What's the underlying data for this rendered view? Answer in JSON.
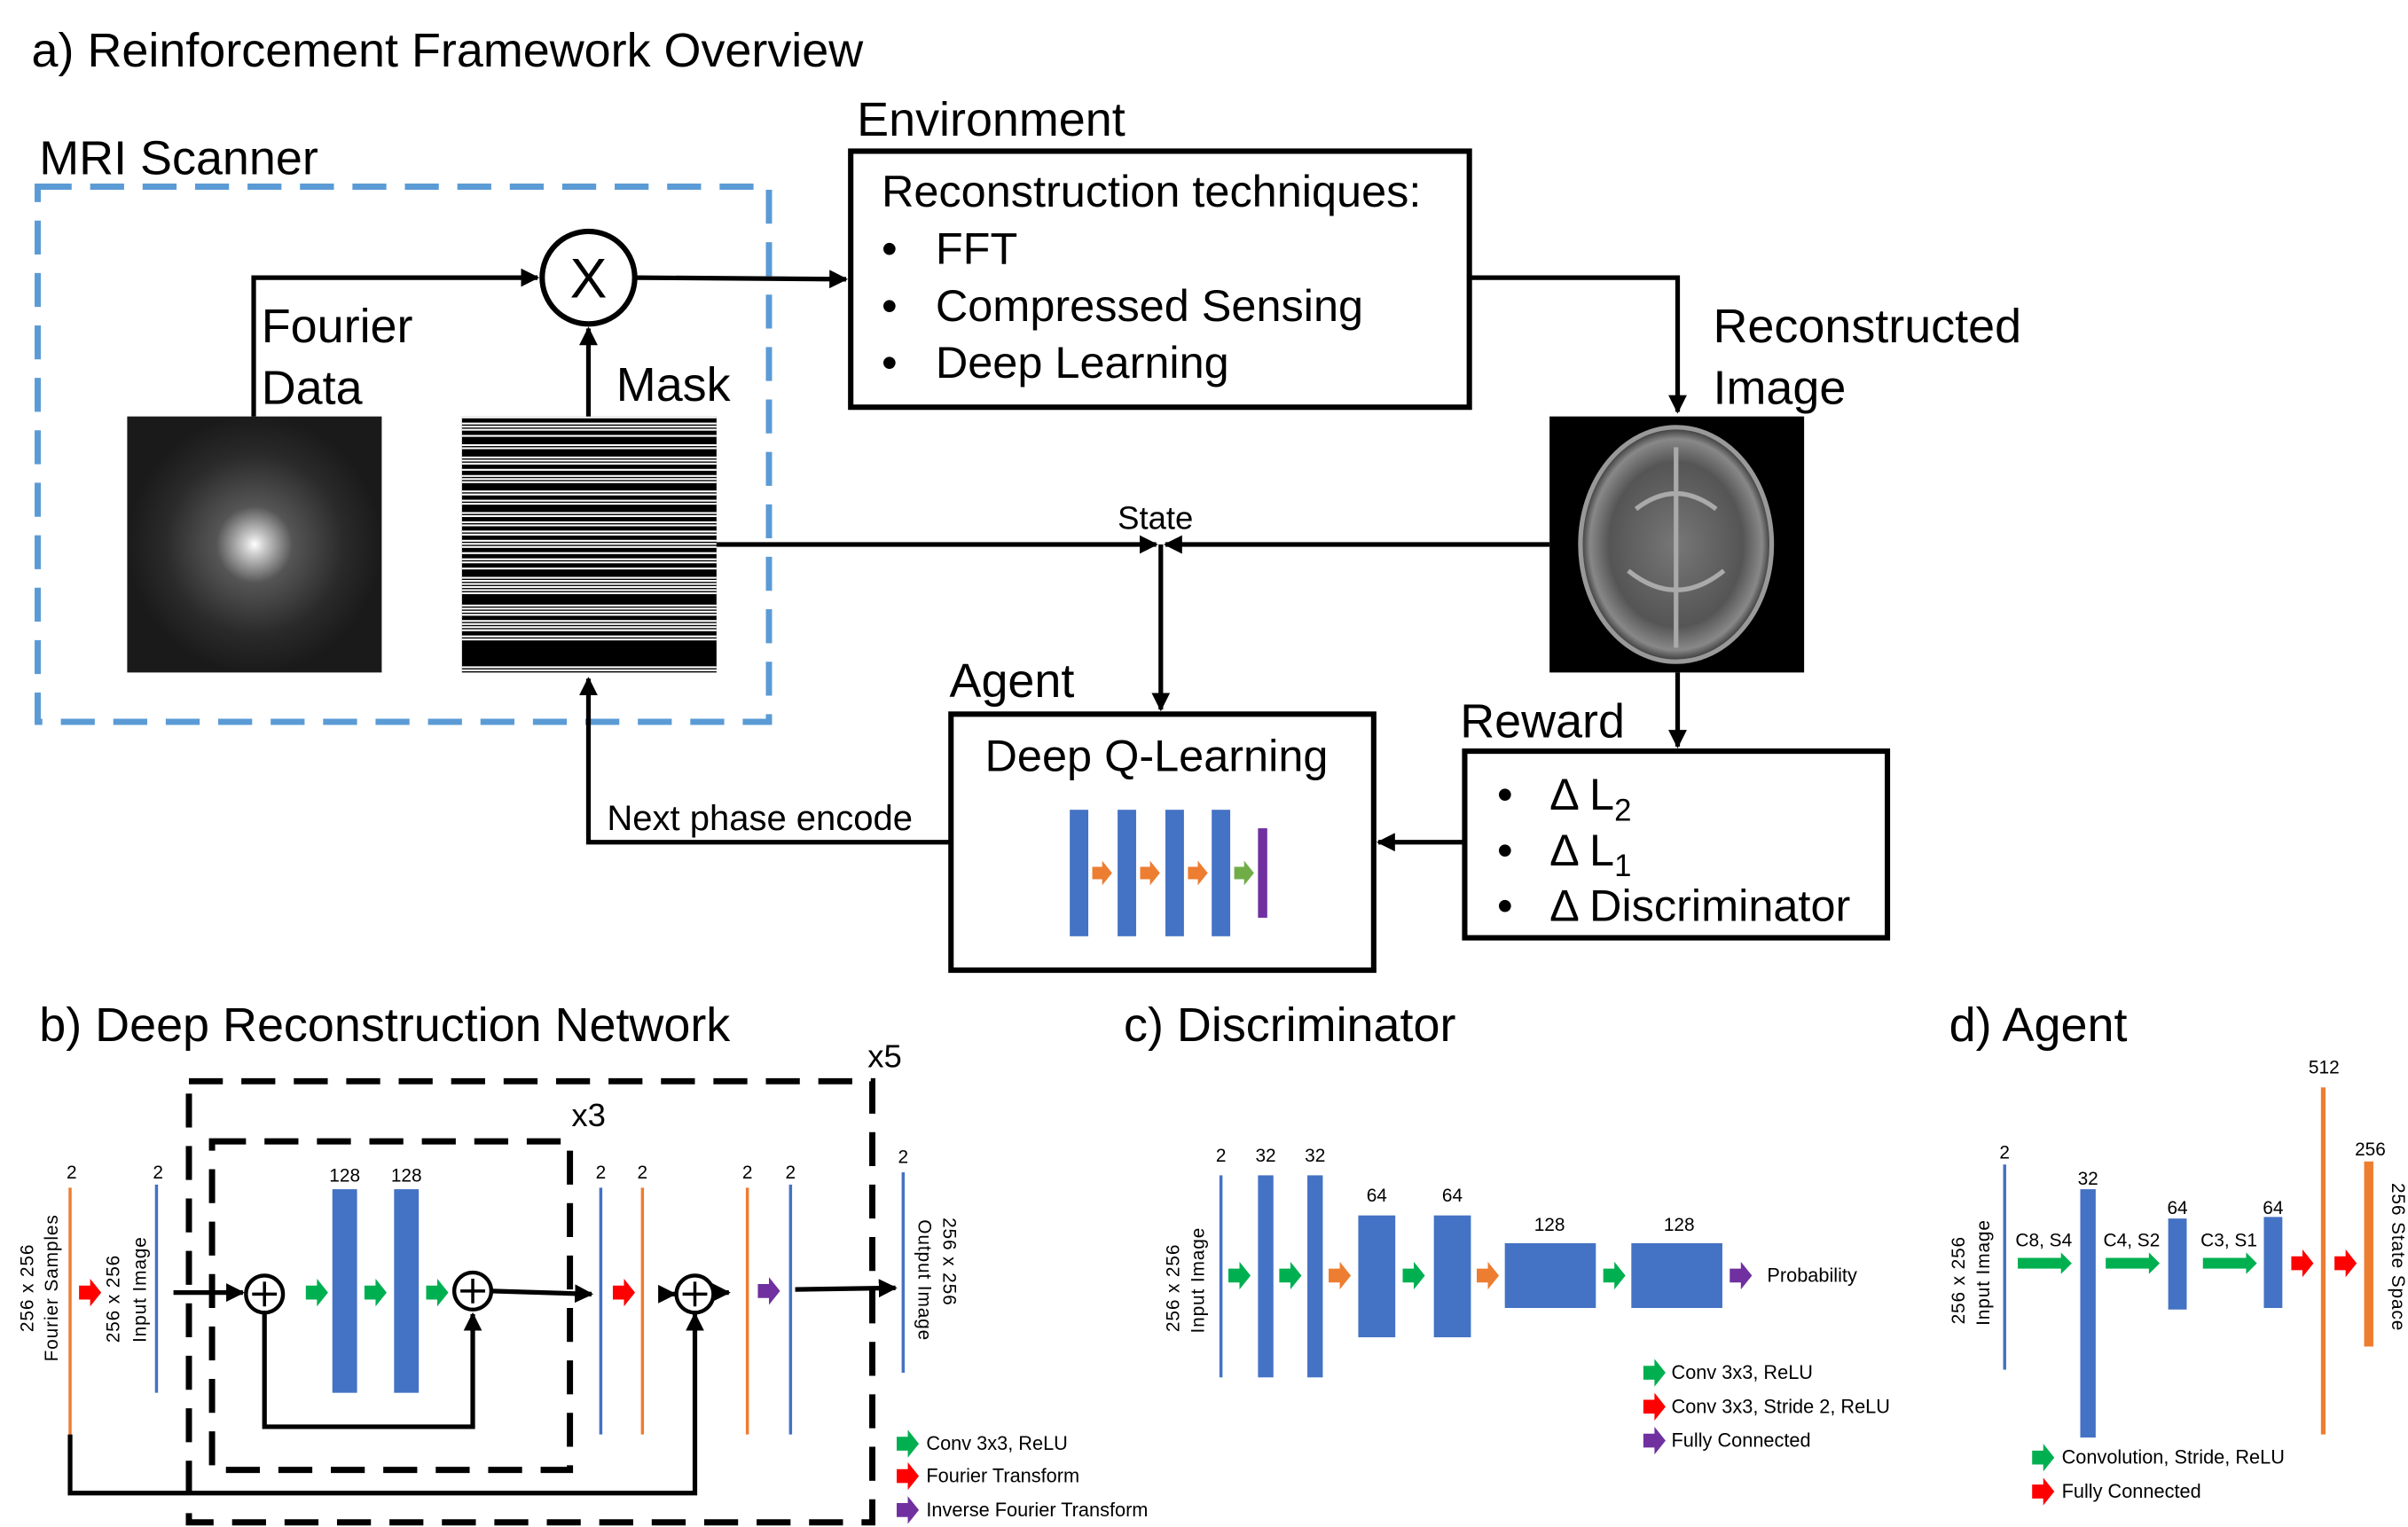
{
  "colors": {
    "blue": "#4472c4",
    "orange": "#ed7d31",
    "green": "#00b050",
    "red": "#ff0000",
    "purple": "#7030a0",
    "scanner_dash": "#5b9bd5"
  },
  "panel_a": {
    "title": "a) Reinforcement Framework Overview",
    "scanner_label": "MRI Scanner",
    "fourier_label_1": "Fourier",
    "fourier_label_2": "Data",
    "mask_label": "Mask",
    "multiply_symbol": "X",
    "environment_label": "Environment",
    "environment_heading": "Reconstruction  techniques:",
    "environment_items": [
      "FFT",
      "Compressed Sensing",
      "Deep Learning"
    ],
    "bullet": "•",
    "reconstructed_label_1": "Reconstructed",
    "reconstructed_label_2": "Image",
    "state_label": "State",
    "agent_label": "Agent",
    "agent_method": "Deep Q-Learning",
    "reward_label": "Reward",
    "reward_items": [
      {
        "prefix": "Δ L",
        "sub": "2"
      },
      {
        "prefix": "Δ L",
        "sub": "1"
      },
      {
        "prefix": "Δ Discriminator",
        "sub": ""
      }
    ],
    "next_phase_label": "Next phase encode"
  },
  "panel_b": {
    "title": "b) Deep Reconstruction Network",
    "outer_repeat": "x5",
    "inner_repeat": "x3",
    "input_dims": "256 x 256",
    "input_samples": "Fourier Samples",
    "input_image_dims": "256 x 256",
    "input_image": "Input Image",
    "output_dims": "256 x 256",
    "output_image": "Output Image",
    "channels": [
      "2",
      "2",
      "128",
      "128",
      "2",
      "2",
      "2",
      "2",
      "2"
    ],
    "legend": [
      "Conv 3x3, ReLU",
      "Fourier Transform",
      "Inverse Fourier Transform"
    ]
  },
  "panel_c": {
    "title": "c) Discriminator",
    "input_dims": "256 x 256",
    "input_image": "Input Image",
    "channels": [
      "2",
      "32",
      "32",
      "64",
      "64",
      "128",
      "128"
    ],
    "output_label": "Probability",
    "legend": [
      "Conv 3x3, ReLU",
      "Conv 3x3, Stride 2, ReLU",
      "Fully Connected"
    ]
  },
  "panel_d": {
    "title": "d) Agent",
    "input_dims": "256 x 256",
    "input_image": "Input Image",
    "channels": [
      "2",
      "32",
      "64",
      "64",
      "512",
      "256"
    ],
    "conv_labels": [
      "C8, S4",
      "C4, S2",
      "C3, S1"
    ],
    "output_label": "256 State Space",
    "legend": [
      "Convolution, Stride, ReLU",
      "Fully Connected"
    ]
  }
}
